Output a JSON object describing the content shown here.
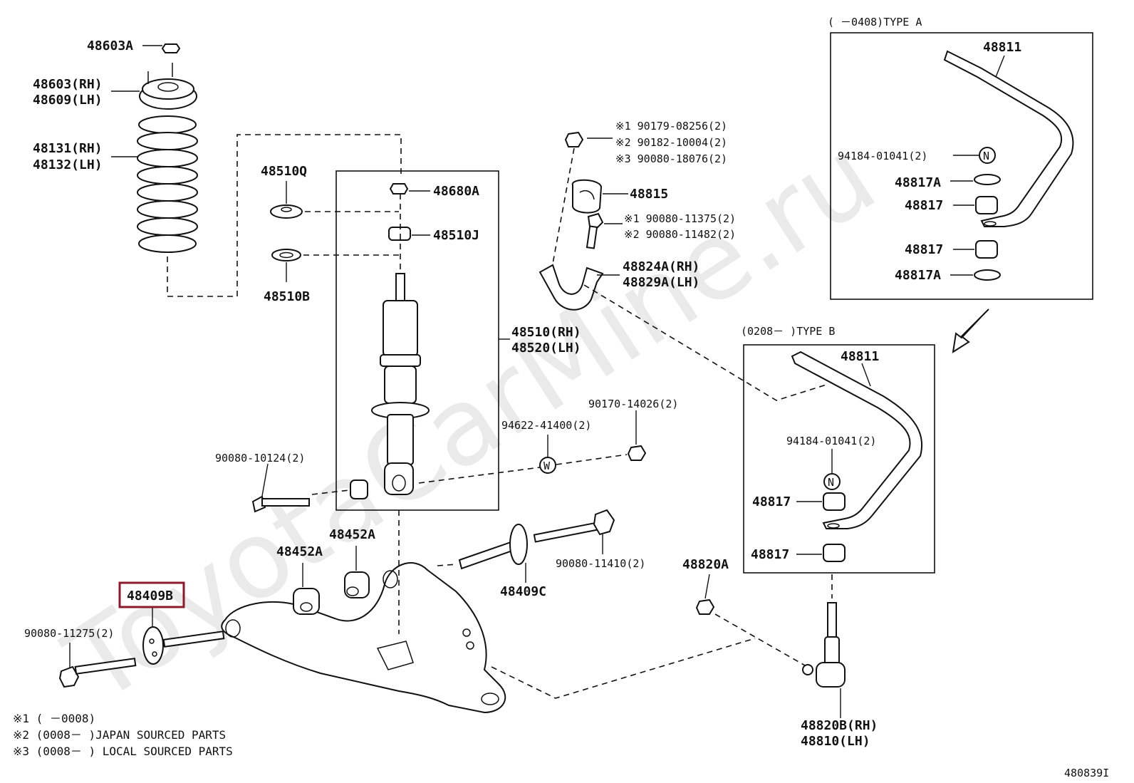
{
  "watermark": "ToyotaCarMine.ru",
  "diagram_id": "480839I",
  "highlight_color": "#8b1a2b",
  "type_a": {
    "header": "(     －0408)TYPE A"
  },
  "type_b": {
    "header": "(0208－     )TYPE B"
  },
  "labels": {
    "p48603A": "48603A",
    "p48603": "48603(RH)",
    "p48609": "48609(LH)",
    "p48131": "48131(RH)",
    "p48132": "48132(LH)",
    "p48510Q": "48510Q",
    "p48510B": "48510B",
    "p48680A": "48680A",
    "p48510J": "48510J",
    "p48510": "48510(RH)",
    "p48520": "48520(LH)",
    "ref1": "※1 90179-08256(2)",
    "ref2": "※2 90182-10004(2)",
    "ref3": "※3 90080-18076(2)",
    "p48815": "48815",
    "ref4": "※1 90080-11375(2)",
    "ref5": "※2 90080-11482(2)",
    "p48824A": "48824A(RH)",
    "p48829A": "48829A(LH)",
    "p90170": "90170-14026(2)",
    "p94622": "94622-41400(2)",
    "p90080_10124": "90080-10124(2)",
    "p48452A_1": "48452A",
    "p48452A_2": "48452A",
    "p48409B": "48409B",
    "p90080_11275": "90080-11275(2)",
    "p48409C": "48409C",
    "p90080_11410": "90080-11410(2)",
    "p48820A": "48820A",
    "p48820B": "48820B(RH)",
    "p48810": "48810(LH)",
    "a48811": "48811",
    "a94184": "94184-01041(2)",
    "a48817A_1": "48817A",
    "a48817_1": "48817",
    "a48817_2": "48817",
    "a48817A_2": "48817A",
    "b48811": "48811",
    "b94184": "94184-01041(2)",
    "b48817_1": "48817",
    "b48817_2": "48817"
  },
  "footnotes": [
    "※1 (      －0008)",
    "※2 (0008－      )JAPAN SOURCED PARTS",
    "※3 (0008－      ) LOCAL SOURCED PARTS"
  ],
  "symbols": {
    "nut_n": "N",
    "washer_w": "W"
  }
}
